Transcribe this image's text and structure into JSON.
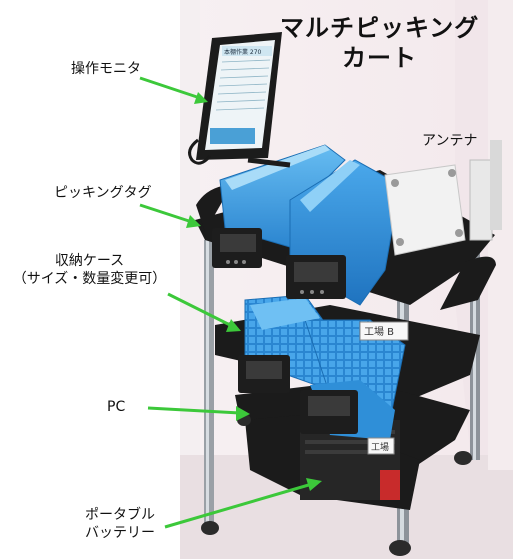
{
  "title": {
    "line1": "マルチピッキング",
    "line2": "カート"
  },
  "labels": {
    "monitor": "操作モニタ",
    "picking_tag": "ピッキングタグ",
    "case_line1": "収納ケース",
    "case_line2": "（サイズ・数量変更可）",
    "antenna": "アンテナ",
    "pc": "PC",
    "battery_line1": "ポータブル",
    "battery_line2": "バッテリー"
  },
  "screen_text": {
    "header": "本棚作業 270"
  },
  "bin_labels": {
    "tag1": "工場 B",
    "tag2": "工場"
  },
  "colors": {
    "arrow": "#3cc83a",
    "bin_blue": "#3a9be0",
    "frame_black": "#1a1a1a"
  }
}
